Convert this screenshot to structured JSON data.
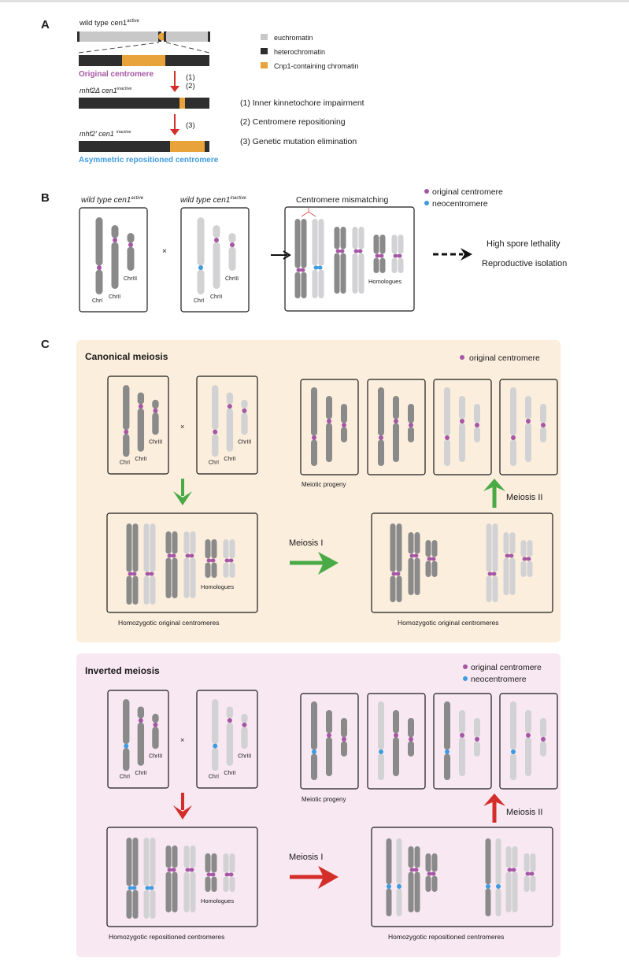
{
  "panels": {
    "A": {
      "label": "A",
      "wt_title": "wild type cen1",
      "wt_sup": "active",
      "original_centromere": "Original centromere",
      "mhf2d_title": "mhf2Δ cen1",
      "mhf2d_sup": "inactive",
      "mhf2p_title": "mhf2' cen1",
      "mhf2p_sup": "inactive",
      "asymmetric": "Asymmetric repositioned centromere",
      "step12_a": "(1)",
      "step12_b": "(2)",
      "step3": "(3)",
      "legend": [
        {
          "label": "euchromatin",
          "color": "#c8c8c8"
        },
        {
          "label": "heterochromatin",
          "color": "#2e2e2e"
        },
        {
          "label": "Cnp1-containing chromatin",
          "color": "#e8a43a"
        }
      ],
      "steps": [
        "(1) Inner kinnetochore impairment",
        "(2) Centromere repositioning",
        "(3) Genetic mutation elimination"
      ]
    },
    "B": {
      "label": "B",
      "left_title": "wild type cen1",
      "left_sup": "active",
      "right_title": "wild type cen1",
      "right_sup": "inactive",
      "cross": "×",
      "mismatch_title": "Centromere mismatching",
      "homologues": "Homologues",
      "legend": [
        {
          "label": "original centromere",
          "color": "#a557a5"
        },
        {
          "label": "neocentromere",
          "color": "#3d9be0"
        }
      ],
      "outcomes": [
        "High spore lethality",
        "Reproductive isolation"
      ],
      "chr_labels": [
        "ChrI",
        "ChrII",
        "ChrIII"
      ]
    },
    "C": {
      "label": "C",
      "canonical": {
        "title": "Canonical meiosis",
        "bg": "#fbeedd",
        "arrow_color": "#4aaa46",
        "legend": [
          {
            "label": "original centromere",
            "color": "#a557a5"
          }
        ],
        "cross": "×",
        "progeny_label": "Meiotic progeny",
        "meiosis1": "Meiosis I",
        "meiosis2": "Meiosis II",
        "homologues": "Homologues",
        "left_caption": "Homozygotic original centromeres",
        "right_caption": "Homozygotic original centromeres"
      },
      "inverted": {
        "title": "Inverted meiosis",
        "bg": "#f8e8f1",
        "arrow_color": "#d42e2a",
        "legend": [
          {
            "label": "original centromere",
            "color": "#a557a5"
          },
          {
            "label": "neocentromere",
            "color": "#3d9be0"
          }
        ],
        "cross": "×",
        "progeny_label": "Meiotic progeny",
        "meiosis1": "Meiosis I",
        "meiosis2": "Meiosis II",
        "homologues": "Homologues",
        "left_caption": "Homozygotic repositioned centromeres",
        "right_caption": "Homozygotic repositioned centromeres"
      }
    }
  },
  "colors": {
    "dark_chr": "#8a8a8a",
    "light_chr": "#d2d2d4",
    "original_cen": "#a557a5",
    "neo_cen": "#3d9be0",
    "hetero": "#2e2e2e",
    "cnp1": "#e8a43a",
    "eu": "#c8c8c8",
    "red": "#d42e2a",
    "green": "#4aaa46"
  }
}
